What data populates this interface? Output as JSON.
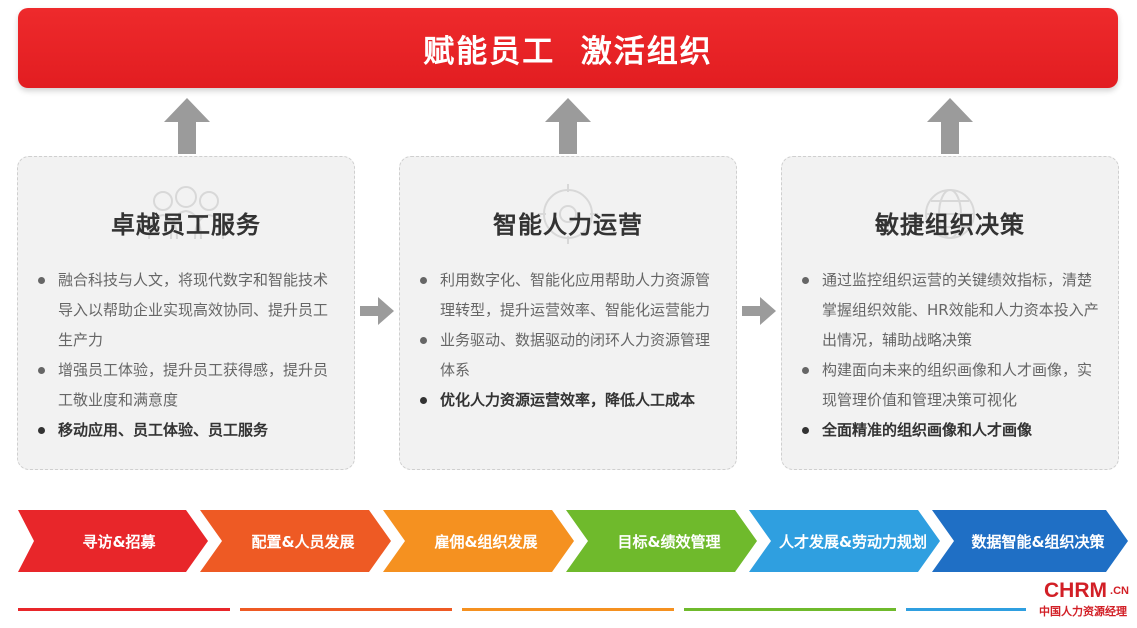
{
  "banner": {
    "title": "赋能员工  激活组织",
    "color": "#e2211f"
  },
  "cards": [
    {
      "title": "卓越员工服务",
      "icon": "people-icon",
      "points": [
        {
          "text": "融合科技与人文，将现代数字和智能技术导入以帮助企业实现高效协同、提升员工生产力",
          "bold": false
        },
        {
          "text": "增强员工体验，提升员工获得感，提升员工敬业度和满意度",
          "bold": false
        },
        {
          "text": "移动应用、员工体验、员工服务",
          "bold": true
        }
      ]
    },
    {
      "title": "智能人力运营",
      "icon": "gear-cycle-icon",
      "points": [
        {
          "text": "利用数字化、智能化应用帮助人力资源管理转型，提升运营效率、智能化运营能力",
          "bold": false
        },
        {
          "text": "业务驱动、数据驱动的闭环人力资源管理体系",
          "bold": false
        },
        {
          "text": "优化人力资源运营效率，降低人工成本",
          "bold": true
        }
      ]
    },
    {
      "title": "敏捷组织决策",
      "icon": "globe-network-icon",
      "points": [
        {
          "text": "通过监控组织运营的关键绩效指标，清楚掌握组织效能、HR效能和人力资本投入产出情况，辅助战略决策",
          "bold": false
        },
        {
          "text": "构建面向未来的组织画像和人才画像，实现管理价值和管理决策可视化",
          "bold": false
        },
        {
          "text": "全面精准的组织画像和人才画像",
          "bold": true
        }
      ]
    }
  ],
  "process_steps": [
    {
      "label": "寻访&招募",
      "color": "#e8262a"
    },
    {
      "label": "配置&人员发展",
      "color": "#ee5a24"
    },
    {
      "label": "雇佣&组织发展",
      "color": "#f59120"
    },
    {
      "label": "目标&绩效管理",
      "color": "#6fba2c"
    },
    {
      "label": "人才发展&劳动力规划",
      "color": "#2f9fe0"
    },
    {
      "label": "数据智能&组织决策",
      "color": "#1f6fc5"
    }
  ],
  "logo": {
    "main": "CHRM",
    "suffix": ".CN",
    "sub": "中国人力资源经理"
  },
  "colors": {
    "arrow_gray": "#9b9b9b",
    "card_bg": "#f2f2f2"
  }
}
